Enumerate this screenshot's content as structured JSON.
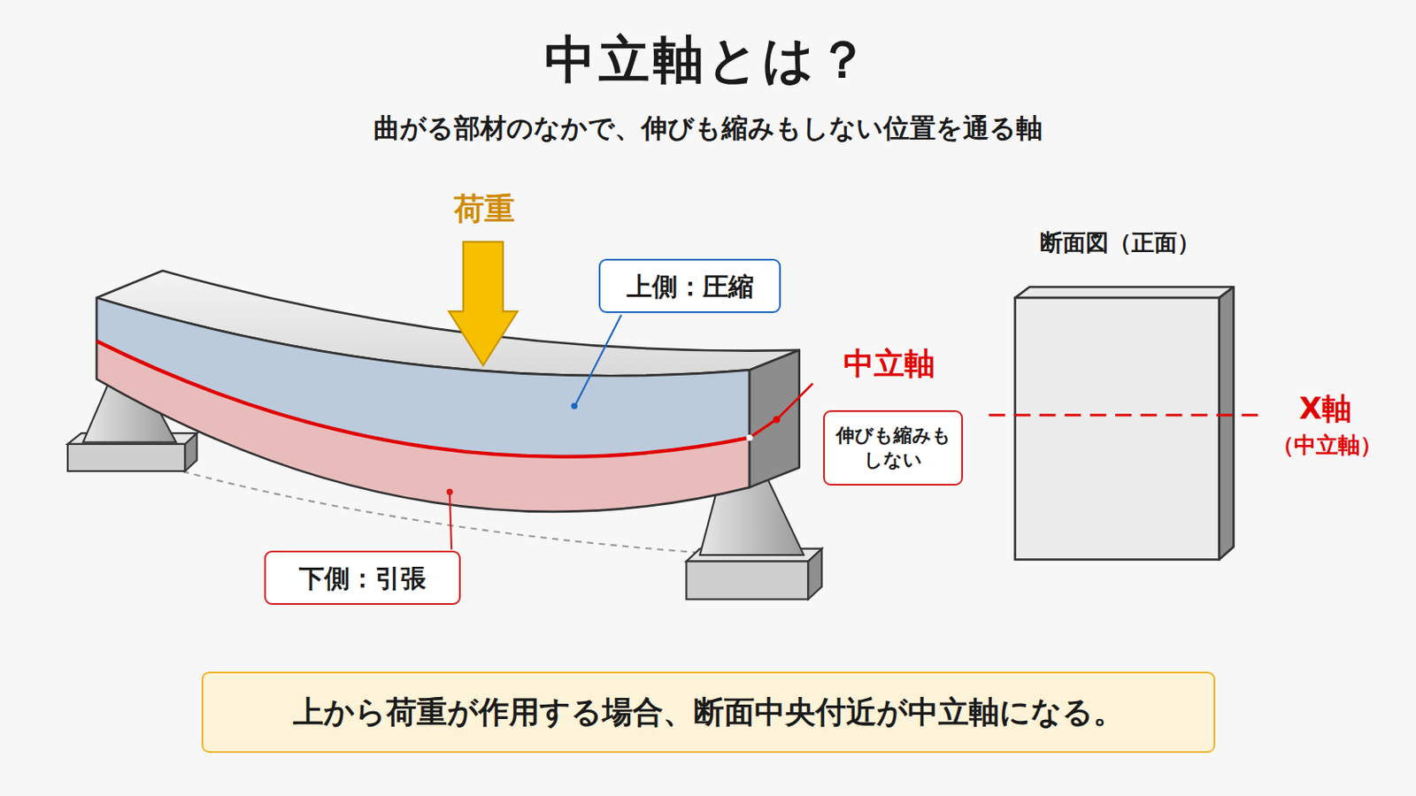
{
  "diagram": {
    "title": "中立軸とは？",
    "nodes": [
      {
        "text": [
          "上側：圧縮"
        ]
      },
      {
        "text": [
          "伸びも縮みも しない"
        ]
      },
      {
        "text": [
          "下側：引張"
        ]
      },
      {
        "text": [
          "上から荷重が作用する場合、断面中央付近が中立軸になる。"
        ]
      }
    ],
    "labels": [
      "曲がる部材のなかで、伸びも縮みもしない位置を通る軸",
      "荷重",
      "中立軸",
      "断面図（正面）",
      "X軸",
      "（中立軸）"
    ]
  }
}
